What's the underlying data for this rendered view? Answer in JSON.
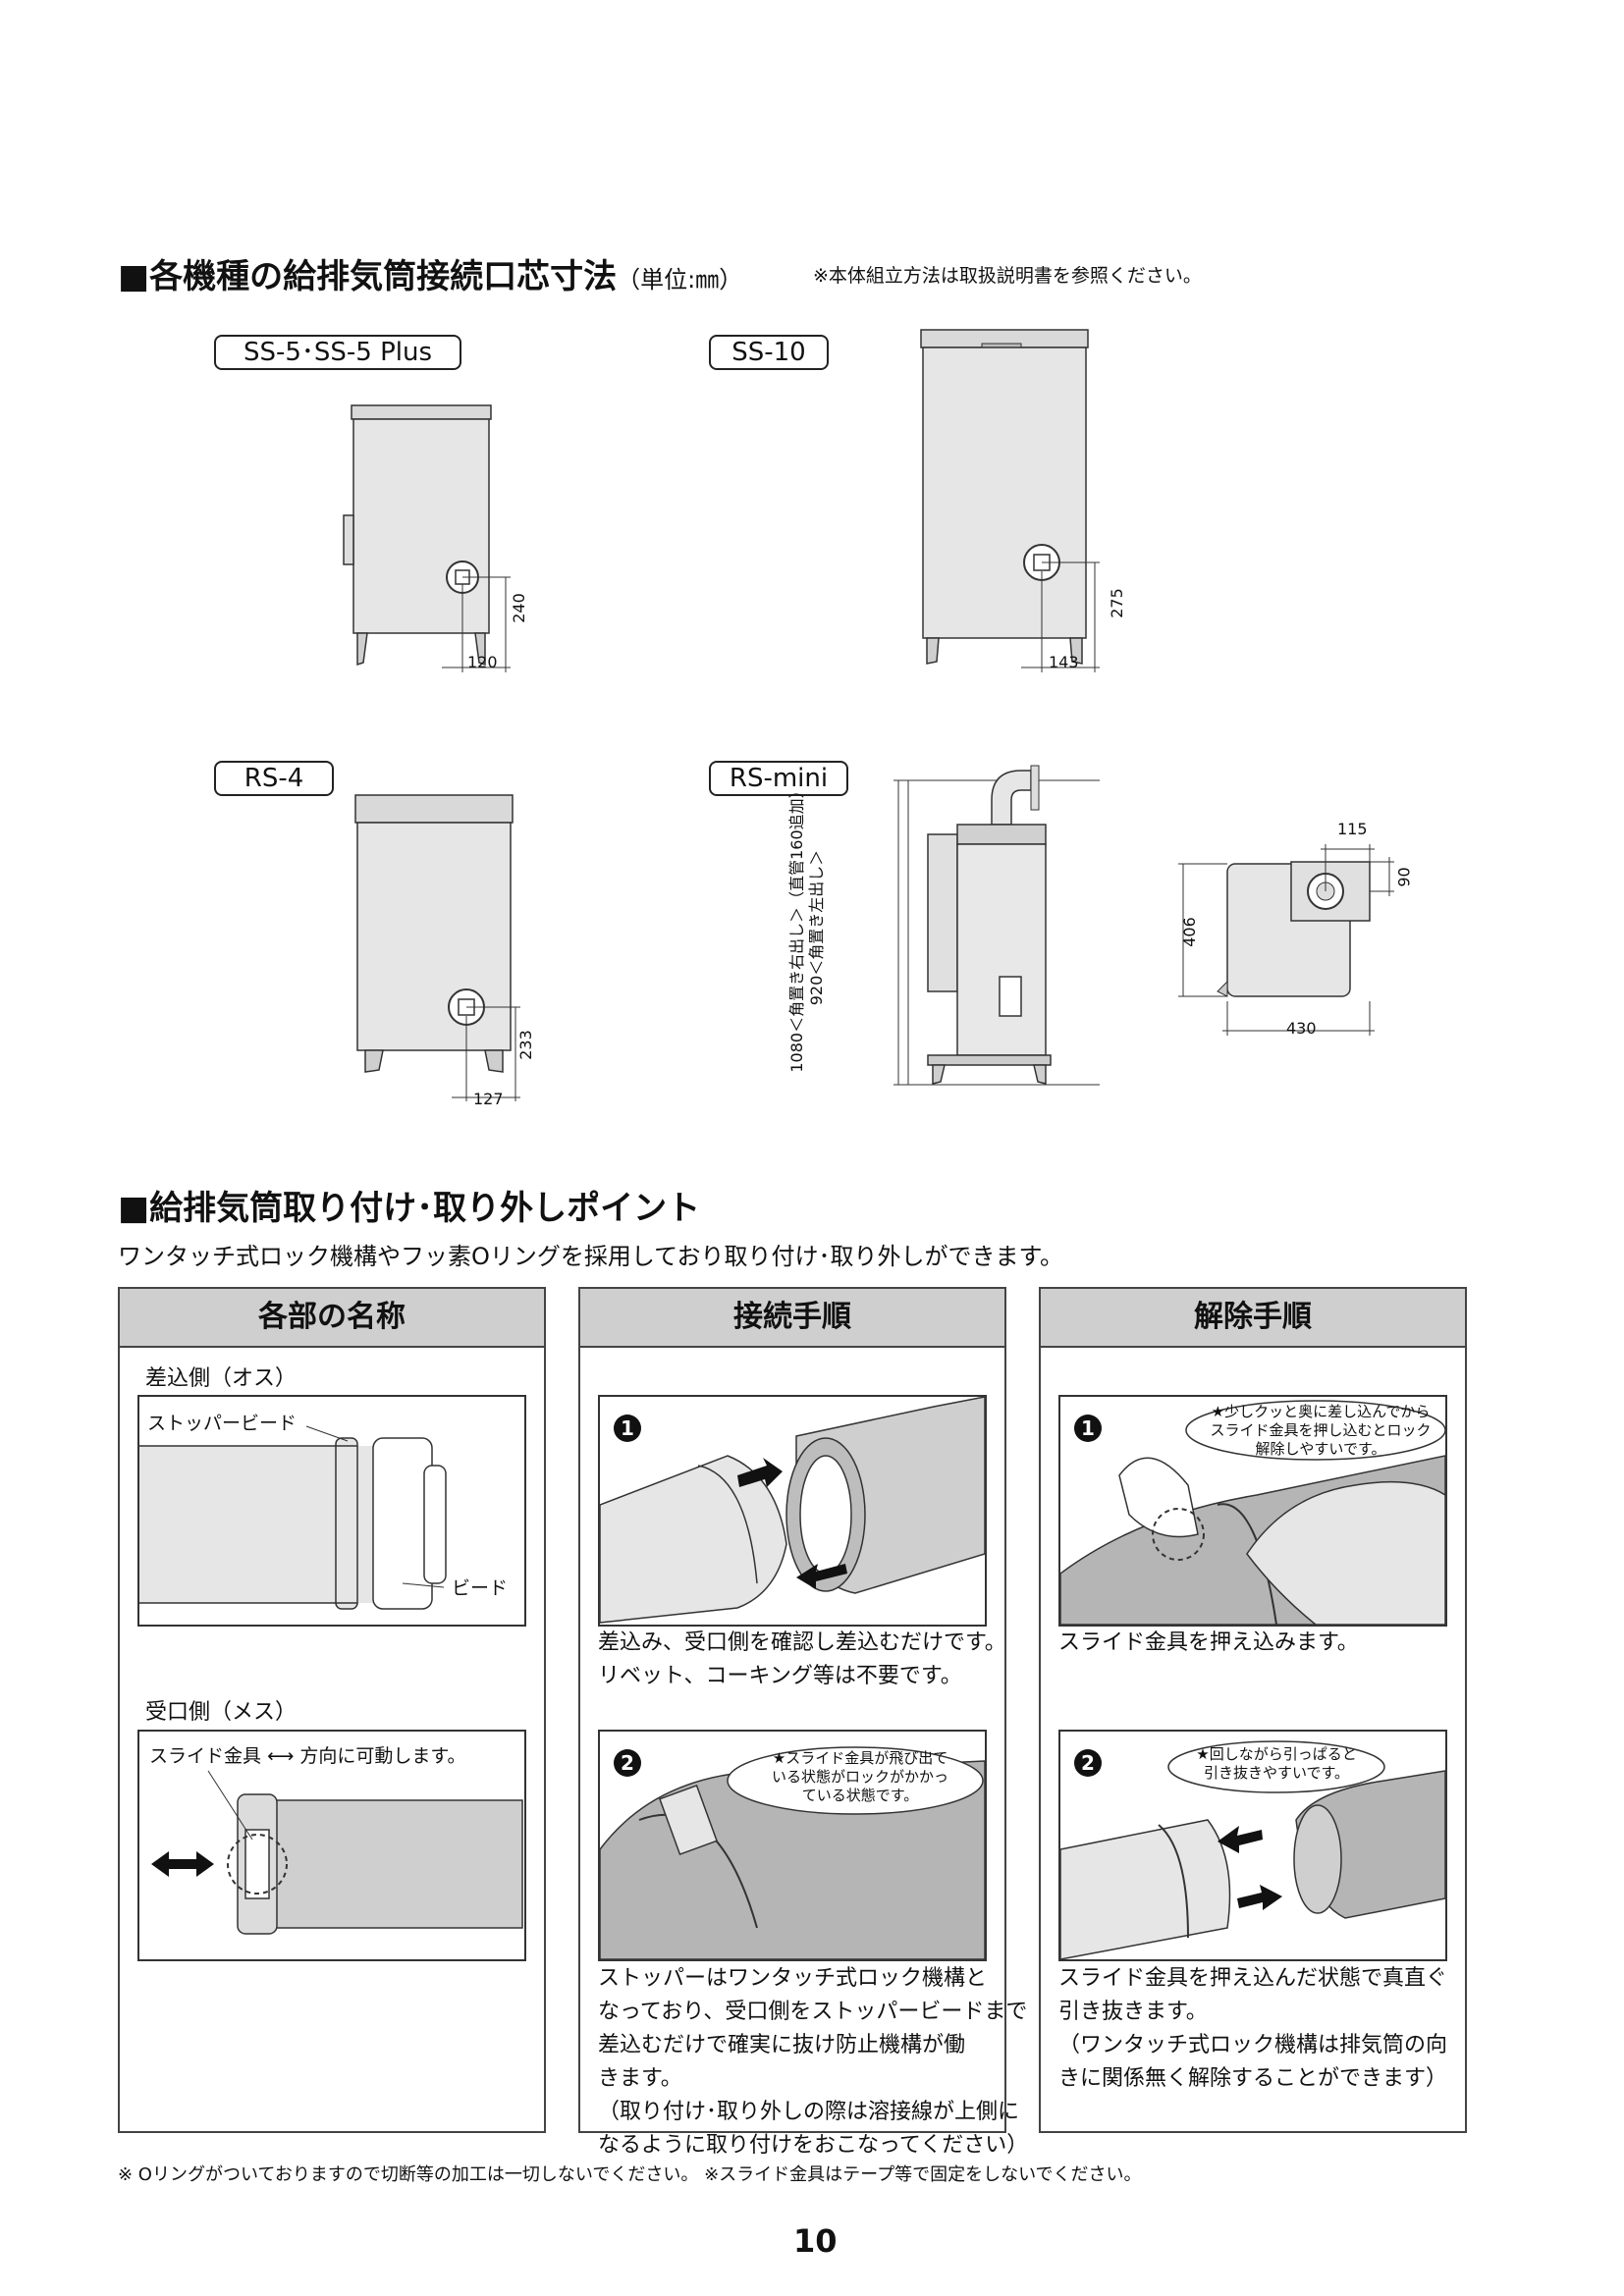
{
  "section1": {
    "title": "■各機種の給排気筒接続口芯寸法",
    "unit": "（単位:㎜）",
    "note": "※本体組立方法は取扱説明書を参照ください。"
  },
  "models": {
    "ss5": {
      "label": "SS-5･SS-5 Plus",
      "dim_h": "240",
      "dim_w": "120"
    },
    "ss10": {
      "label": "SS-10",
      "dim_h": "275",
      "dim_w": "143"
    },
    "rs4": {
      "label": "RS-4",
      "dim_h": "233",
      "dim_w": "127"
    },
    "rsmini": {
      "label": "RS-mini",
      "height_note_1": "1080＜角置き右出し＞（直管160追加）",
      "height_note_2": "920＜角置き左出し＞",
      "dim_115": "115",
      "dim_90": "90",
      "dim_406": "406",
      "dim_430": "430"
    }
  },
  "section2": {
    "title": "■給排気筒取り付け･取り外しポイント",
    "intro": "ワンタッチ式ロック機構やフッ素Oリングを採用しており取り付け･取り外しができます。"
  },
  "panels": {
    "names": {
      "header": "各部の名称",
      "male": "差込側（オス）",
      "stopper_bead": "ストッパービード",
      "bead": "ビード",
      "female": "受口側（メス）",
      "slide_label_1": "スライド金具",
      "slide_label_2": "方向に可動します。"
    },
    "connect": {
      "header": "接続手順",
      "step1": "1",
      "step1_caption": [
        "差込み、受口側を確認し差込むだけです。",
        "リベット、コーキング等は不要です。"
      ],
      "step2": "2",
      "step2_bubble": [
        "★スライド金具が飛び出て",
        "いる状態がロックがかかっ",
        "ている状態です。"
      ],
      "step2_caption": [
        "ストッパーはワンタッチ式ロック機構と",
        "なっており、受口側をストッパービードまで",
        "差込むだけで確実に抜け防止機構が働",
        "きます。",
        "（取り付け･取り外しの際は溶接線が上側に",
        "なるように取り付けをおこなってください）"
      ]
    },
    "release": {
      "header": "解除手順",
      "step1": "1",
      "step1_bubble": [
        "★少しクッと奥に差し込んでから",
        "スライド金具を押し込むとロック",
        "解除しやすいです。"
      ],
      "step1_caption": [
        "スライド金具を押え込みます。"
      ],
      "step2": "2",
      "step2_bubble": [
        "★回しながら引っぱると",
        "引き抜きやすいです。"
      ],
      "step2_caption": [
        "スライド金具を押え込んだ状態で真直ぐ",
        "引き抜きます。",
        "（ワンタッチ式ロック機構は排気筒の向",
        "きに関係無く解除することができます）"
      ]
    }
  },
  "footnote": "※ Oリングがついておりますので切断等の加工は一切しないでください。 ※スライド金具はテープ等で固定をしないでください。",
  "page_number": "10"
}
